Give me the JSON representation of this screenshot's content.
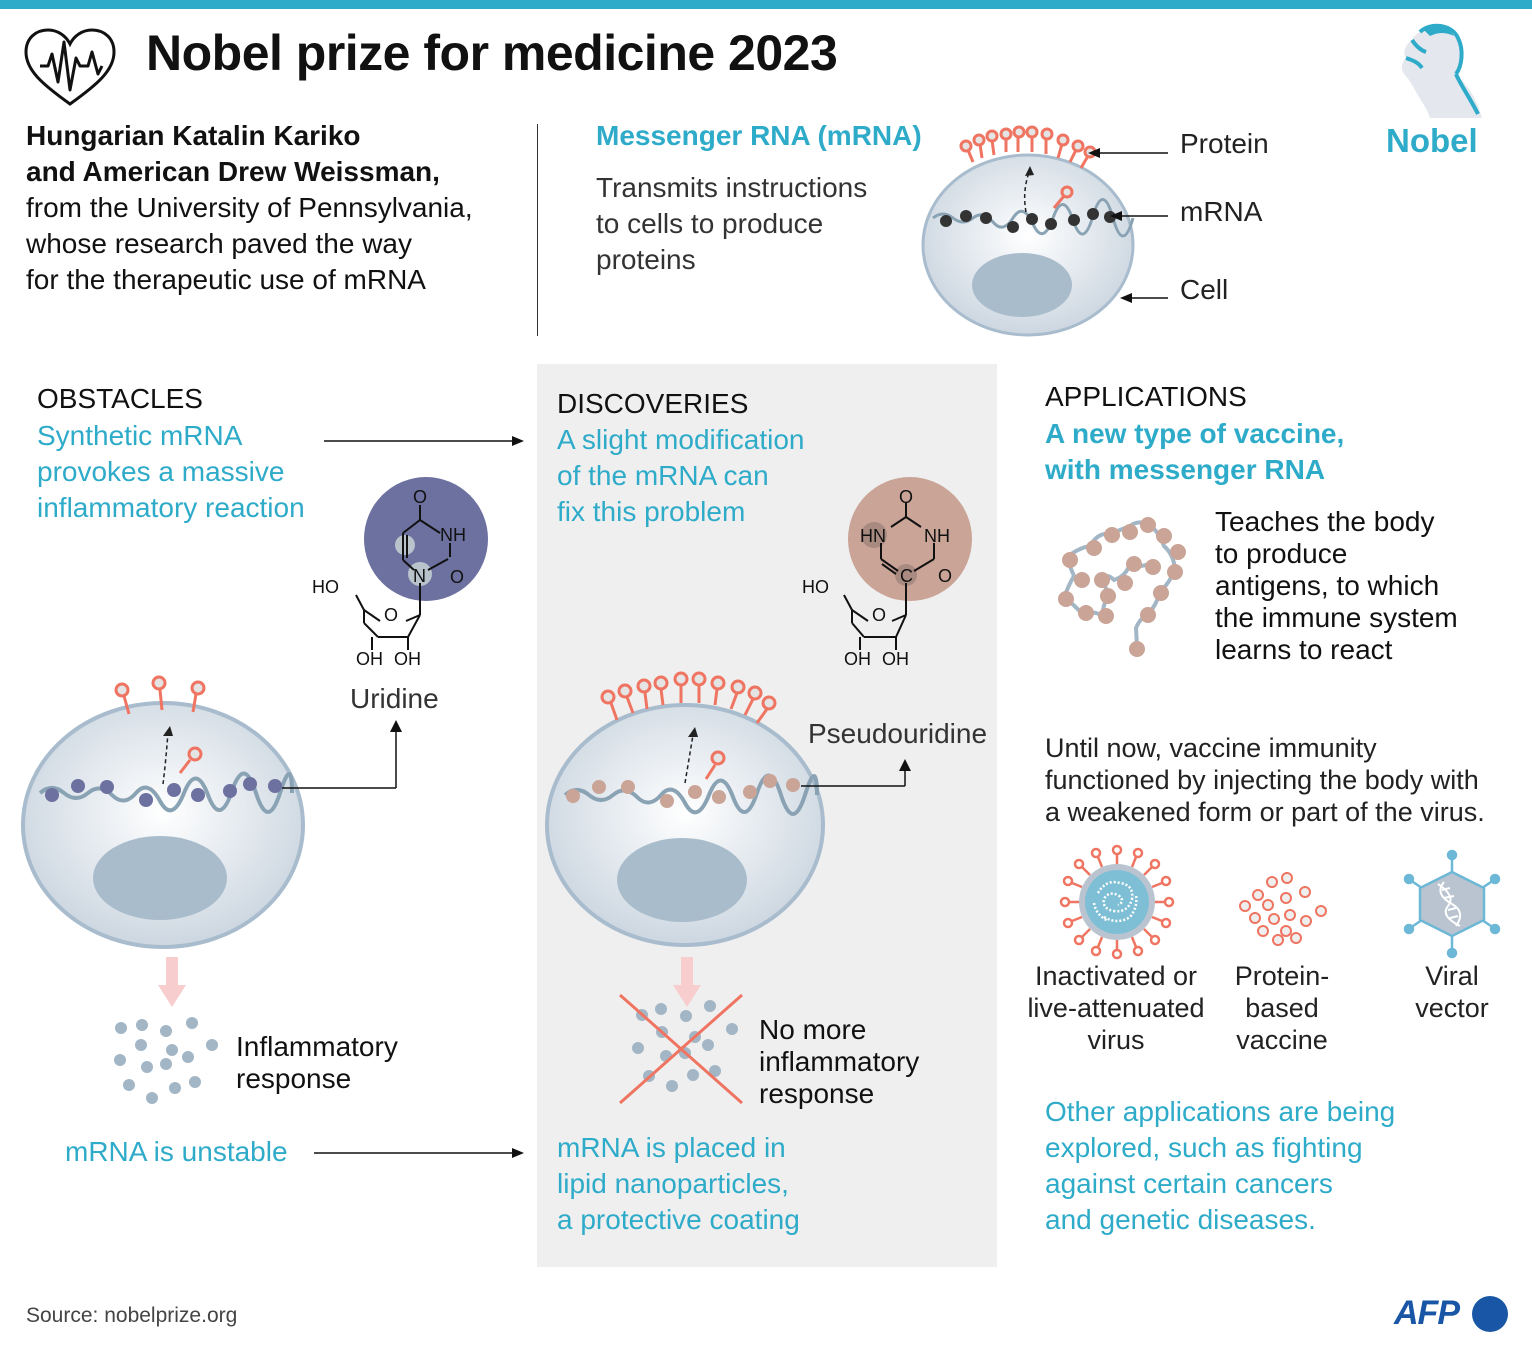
{
  "header": {
    "title": "Nobel prize for medicine 2023",
    "icon": "heart-pulse-icon",
    "logo_text": "Nobel",
    "logo_icon": "nobel-portrait-icon"
  },
  "intro": {
    "line1": "Hungarian Katalin Kariko",
    "line2": "and American Drew Weissman,",
    "line3": "from the University of Pennsylvania,",
    "line4": "whose research paved the way",
    "line5": "for the therapeutic use of mRNA"
  },
  "mrna_box": {
    "heading": "Messenger RNA (mRNA)",
    "desc_line1": "Transmits instructions",
    "desc_line2": "to cells to produce",
    "desc_line3": "proteins",
    "labels": {
      "protein": "Protein",
      "mrna": "mRNA",
      "cell": "Cell"
    }
  },
  "obstacles": {
    "heading": "OBSTACLES",
    "line1": "Synthetic mRNA",
    "line2": "provokes a massive",
    "line3": "inflammatory reaction",
    "molecule_label": "Uridine",
    "molecule": {
      "o_top": "O",
      "nh": "NH",
      "o_right": "O",
      "n": "N",
      "ho": "HO",
      "o_ring": "O",
      "oh1": "OH",
      "oh2": "OH"
    },
    "response_line1": "Inflammatory",
    "response_line2": "response",
    "unstable": "mRNA is unstable"
  },
  "discoveries": {
    "heading": "DISCOVERIES",
    "line1": "A slight modification",
    "line2": "of the mRNA can",
    "line3": "fix this problem",
    "molecule_label": "Pseudouridine",
    "molecule": {
      "o_top": "O",
      "hn": "HN",
      "nh": "NH",
      "c": "C",
      "o_right": "O",
      "ho": "HO",
      "o_ring": "O",
      "oh1": "OH",
      "oh2": "OH"
    },
    "response_line1": "No more",
    "response_line2": "inflammatory",
    "response_line3": "response",
    "lipid_line1": "mRNA is placed in",
    "lipid_line2": "lipid nanoparticles,",
    "lipid_line3": "a protective coating"
  },
  "applications": {
    "heading": "APPLICATIONS",
    "sub_line1": "A new type of vaccine,",
    "sub_line2": "with messenger RNA",
    "teach_line1": "Teaches the body",
    "teach_line2": "to produce",
    "teach_line3": "antigens, to which",
    "teach_line4": "the immune system",
    "teach_line5": "learns to react",
    "until_line1": "Until now, vaccine immunity",
    "until_line2": "functioned by injecting the body with",
    "until_line3": "a weakened form or part of the virus.",
    "types": [
      {
        "icon": "virus-icon",
        "line1": "Inactivated or",
        "line2": "live-attenuated",
        "line3": "virus"
      },
      {
        "icon": "protein-particles-icon",
        "line1": "Protein-",
        "line2": "based",
        "line3": "vaccine"
      },
      {
        "icon": "viral-vector-icon",
        "line1": "Viral",
        "line2": "vector",
        "line3": ""
      }
    ],
    "other_line1": "Other applications are being",
    "other_line2": "explored, such as fighting",
    "other_line3": "against certain cancers",
    "other_line4": "and genetic diseases."
  },
  "footer": {
    "source": "Source: nobelprize.org",
    "brand": "AFP"
  },
  "colors": {
    "accent": "#2eabc9",
    "protein": "#ef7461",
    "uridine": "#6d71a0",
    "pseudouridine": "#c9a497",
    "cell": "#dce4ec",
    "nucleus": "#a9bccb",
    "panel": "#efefef",
    "afp": "#1957a6"
  }
}
